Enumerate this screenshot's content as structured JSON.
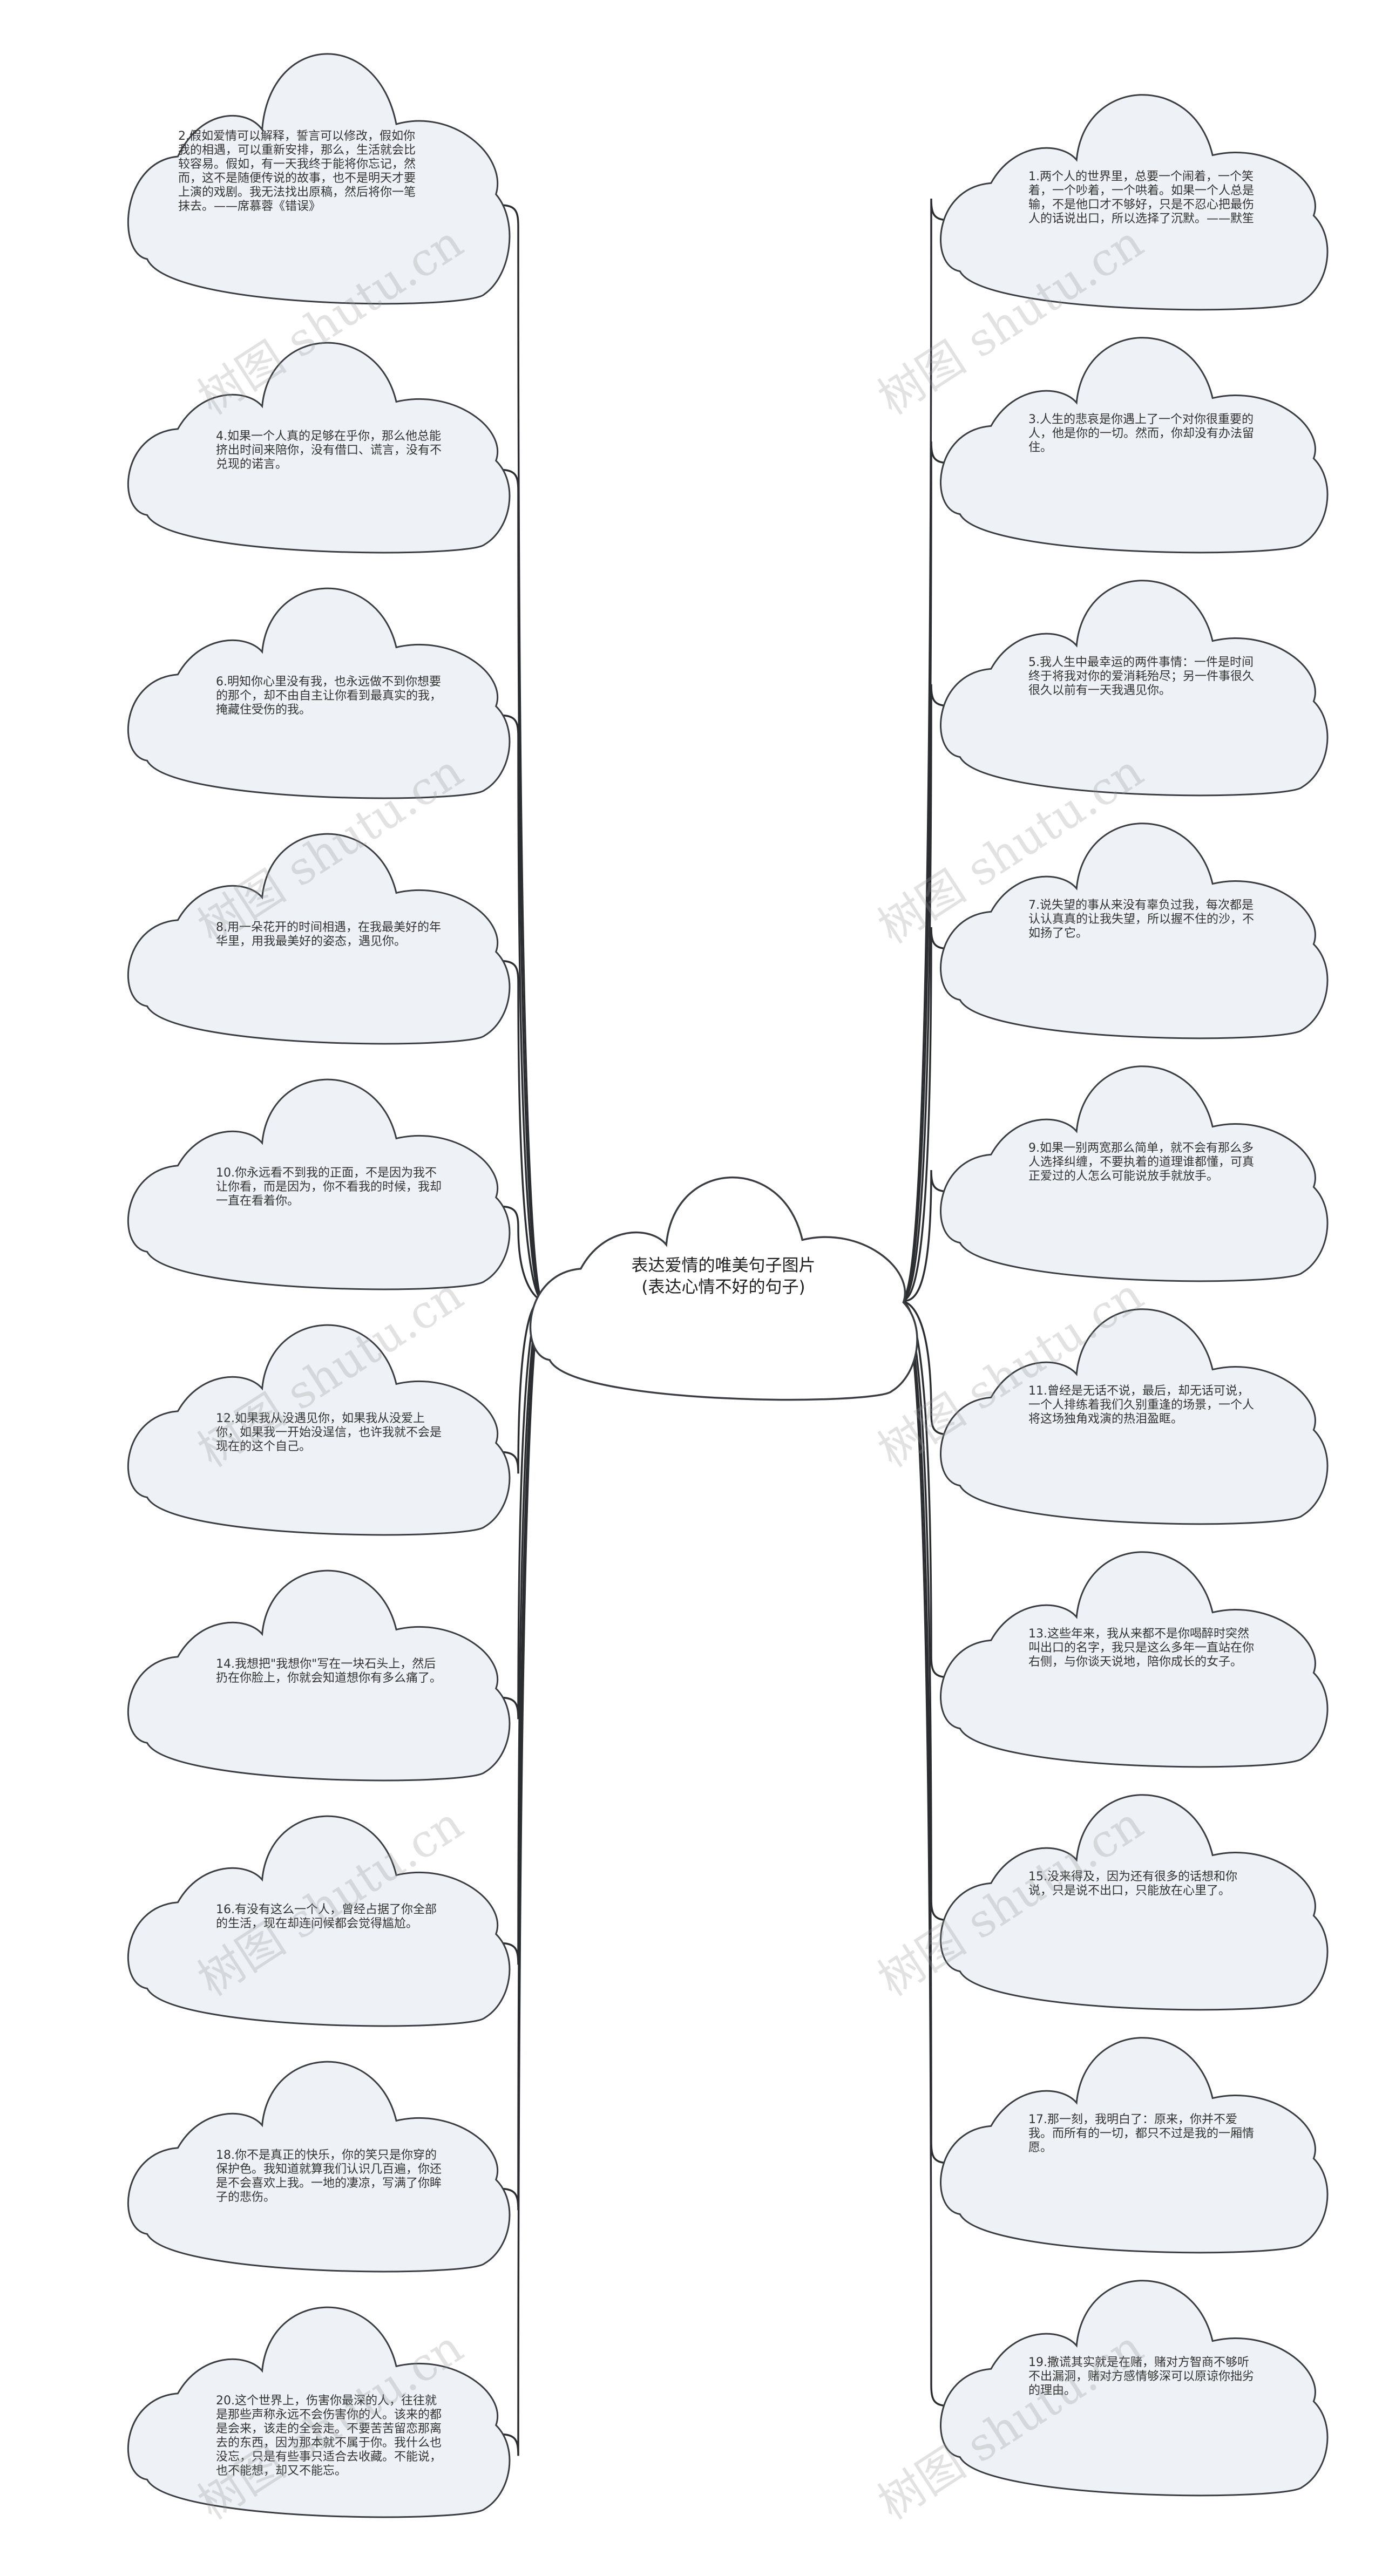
{
  "center": {
    "title": "表达爱情的唯美句子图片(表达心情不好的句子)"
  },
  "watermark": "树图 shutu.cn",
  "left_nodes": [
    {
      "text": "2.假如爱情可以解释，誓言可以修改，假如你我的相遇，可以重新安排，那么，生活就会比较容易。假如，有一天我终于能将你忘记，然而，这不是随便传说的故事，也不是明天才要上演的戏剧。我无法找出原稿，然后将你一笔抹去。——席慕蓉《错误》"
    },
    {
      "text": "4.如果一个人真的足够在乎你，那么他总能挤出时间来陪你，没有借口、谎言，没有不兑现的诺言。"
    },
    {
      "text": "6.明知你心里没有我，也永远做不到你想要的那个，却不由自主让你看到最真实的我，掩藏住受伤的我。"
    },
    {
      "text": "8.用一朵花开的时间相遇，在我最美好的年华里，用我最美好的姿态，遇见你。"
    },
    {
      "text": "10.你永远看不到我的正面，不是因为我不让你看，而是因为，你不看我的时候，我却一直在看着你。"
    },
    {
      "text": "12.如果我从没遇见你，如果我从没爱上你，如果我一开始没逞信，也许我就不会是现在的这个自己。"
    },
    {
      "text": "14.我想把\"我想你\"写在一块石头上，然后扔在你脸上，你就会知道想你有多么痛了。"
    },
    {
      "text": "16.有没有这么一个人，曾经占据了你全部的生活，现在却连问候都会觉得尴尬。"
    },
    {
      "text": "18.你不是真正的快乐，你的笑只是你穿的保护色。我知道就算我们认识几百遍，你还是不会喜欢上我。一地的凄凉，写满了你眸子的悲伤。"
    },
    {
      "text": "20.这个世界上，伤害你最深的人，往往就是那些声称永远不会伤害你的人。该来的都是会来，该走的全会走。不要苦苦留恋那离去的东西，因为那本就不属于你。我什么也没忘，只是有些事只适合去收藏。不能说，也不能想，却又不能忘。"
    }
  ],
  "right_nodes": [
    {
      "text": "1.两个人的世界里，总要一个闹着，一个笑着，一个吵着，一个哄着。如果一个人总是输，不是他口才不够好，只是不忍心把最伤人的话说出口，所以选择了沉默。——默笙"
    },
    {
      "text": "3.人生的悲哀是你遇上了一个对你很重要的人，他是你的一切。然而，你却没有办法留住。"
    },
    {
      "text": "5.我人生中最幸运的两件事情：一件是时间终于将我对你的爱消耗殆尽；另一件事很久很久以前有一天我遇见你。"
    },
    {
      "text": "7.说失望的事从来没有辜负过我，每次都是认认真真的让我失望，所以握不住的沙，不如扬了它。"
    },
    {
      "text": "9.如果一别两宽那么简单，就不会有那么多人选择纠缠，不要执着的道理谁都懂，可真正爱过的人怎么可能说放手就放手。"
    },
    {
      "text": "11.曾经是无话不说，最后，却无话可说，一个人排练着我们久别重逢的场景，一个人将这场独角戏演的热泪盈眶。"
    },
    {
      "text": "13.这些年来，我从来都不是你喝醉时突然叫出口的名字，我只是这么多年一直站在你右侧，与你谈天说地，陪你成长的女子。"
    },
    {
      "text": "15.没来得及，因为还有很多的话想和你说，只是说不出口，只能放在心里了。"
    },
    {
      "text": "17.那一刻，我明白了：原来，你并不爱我。而所有的一切，都只不过是我的一厢情愿。"
    },
    {
      "text": "19.撒谎其实就是在赌，赌对方智商不够听不出漏洞，赌对方感情够深可以原谅你拙劣的理由。"
    }
  ]
}
